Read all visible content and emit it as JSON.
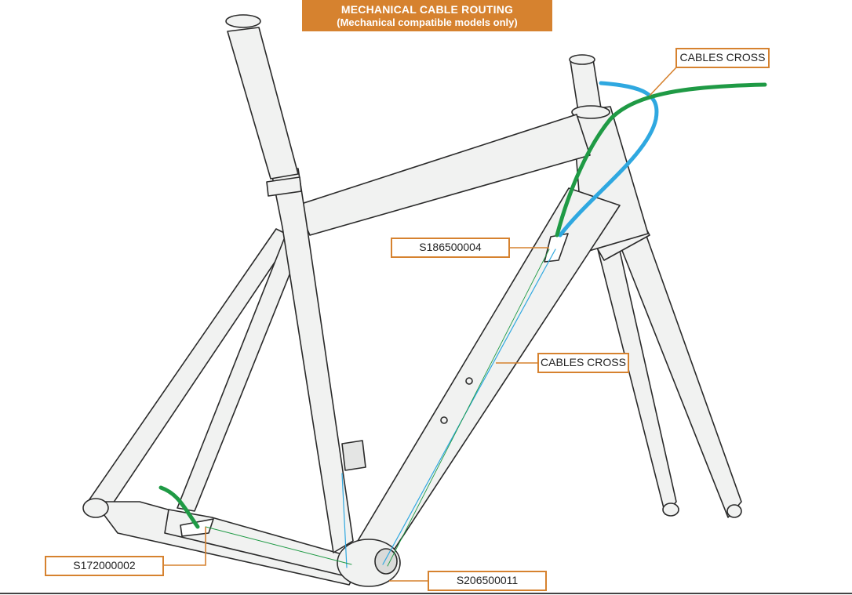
{
  "title": {
    "line1": "MECHANICAL CABLE ROUTING",
    "line2": "(Mechanical compatible models only)"
  },
  "callouts": {
    "cables_cross_top": "CABLES CROSS",
    "cables_cross_downtube": "CABLES CROSS",
    "part_downtube_port": "S186500004",
    "part_chainstay_guide": "S172000002",
    "part_bb_guide": "S206500011"
  },
  "colors": {
    "accent": "#d6822f",
    "cable_blue": "#2fa8e0",
    "cable_green": "#1f9a45",
    "frame_fill": "#f1f2f1",
    "frame_outline": "#2a2a2a"
  }
}
